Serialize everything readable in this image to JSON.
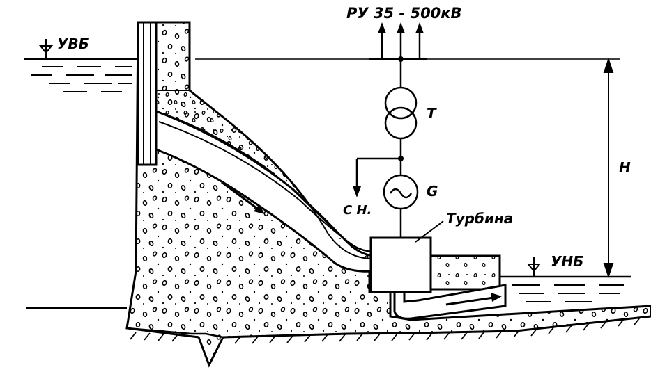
{
  "labels": {
    "upstream_level": "УВБ",
    "downstream_level": "УНБ",
    "switchyard": "РУ 35 - 500кВ",
    "transformer": "Т",
    "generator": "G",
    "own_needs": "С Н.",
    "turbine": "Турбина",
    "head": "Н"
  }
}
